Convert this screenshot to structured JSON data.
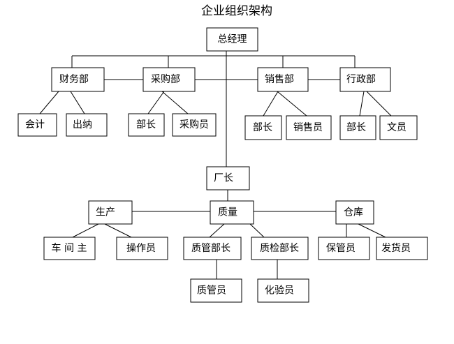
{
  "title": "企业组织架构",
  "nodes": {
    "gm": "总经理",
    "finance": "财务部",
    "purchase": "采购部",
    "sales": "销售部",
    "admin": "行政部",
    "accounting": "会计",
    "cashier": "出纳",
    "purchase_head": "部长",
    "buyer": "采购员",
    "sales_head": "部长",
    "salesman": "销售员",
    "admin_head": "部长",
    "clerk": "文员",
    "factory_head": "厂长",
    "production": "生产",
    "quality": "质量",
    "warehouse": "仓库",
    "workshop_head": "车 间 主",
    "operator": "操作员",
    "qm_head": "质管部长",
    "qi_head": "质检部长",
    "custodian": "保管员",
    "shipper": "发货员",
    "qm_staff": "质管员",
    "lab_tech": "化验员"
  }
}
